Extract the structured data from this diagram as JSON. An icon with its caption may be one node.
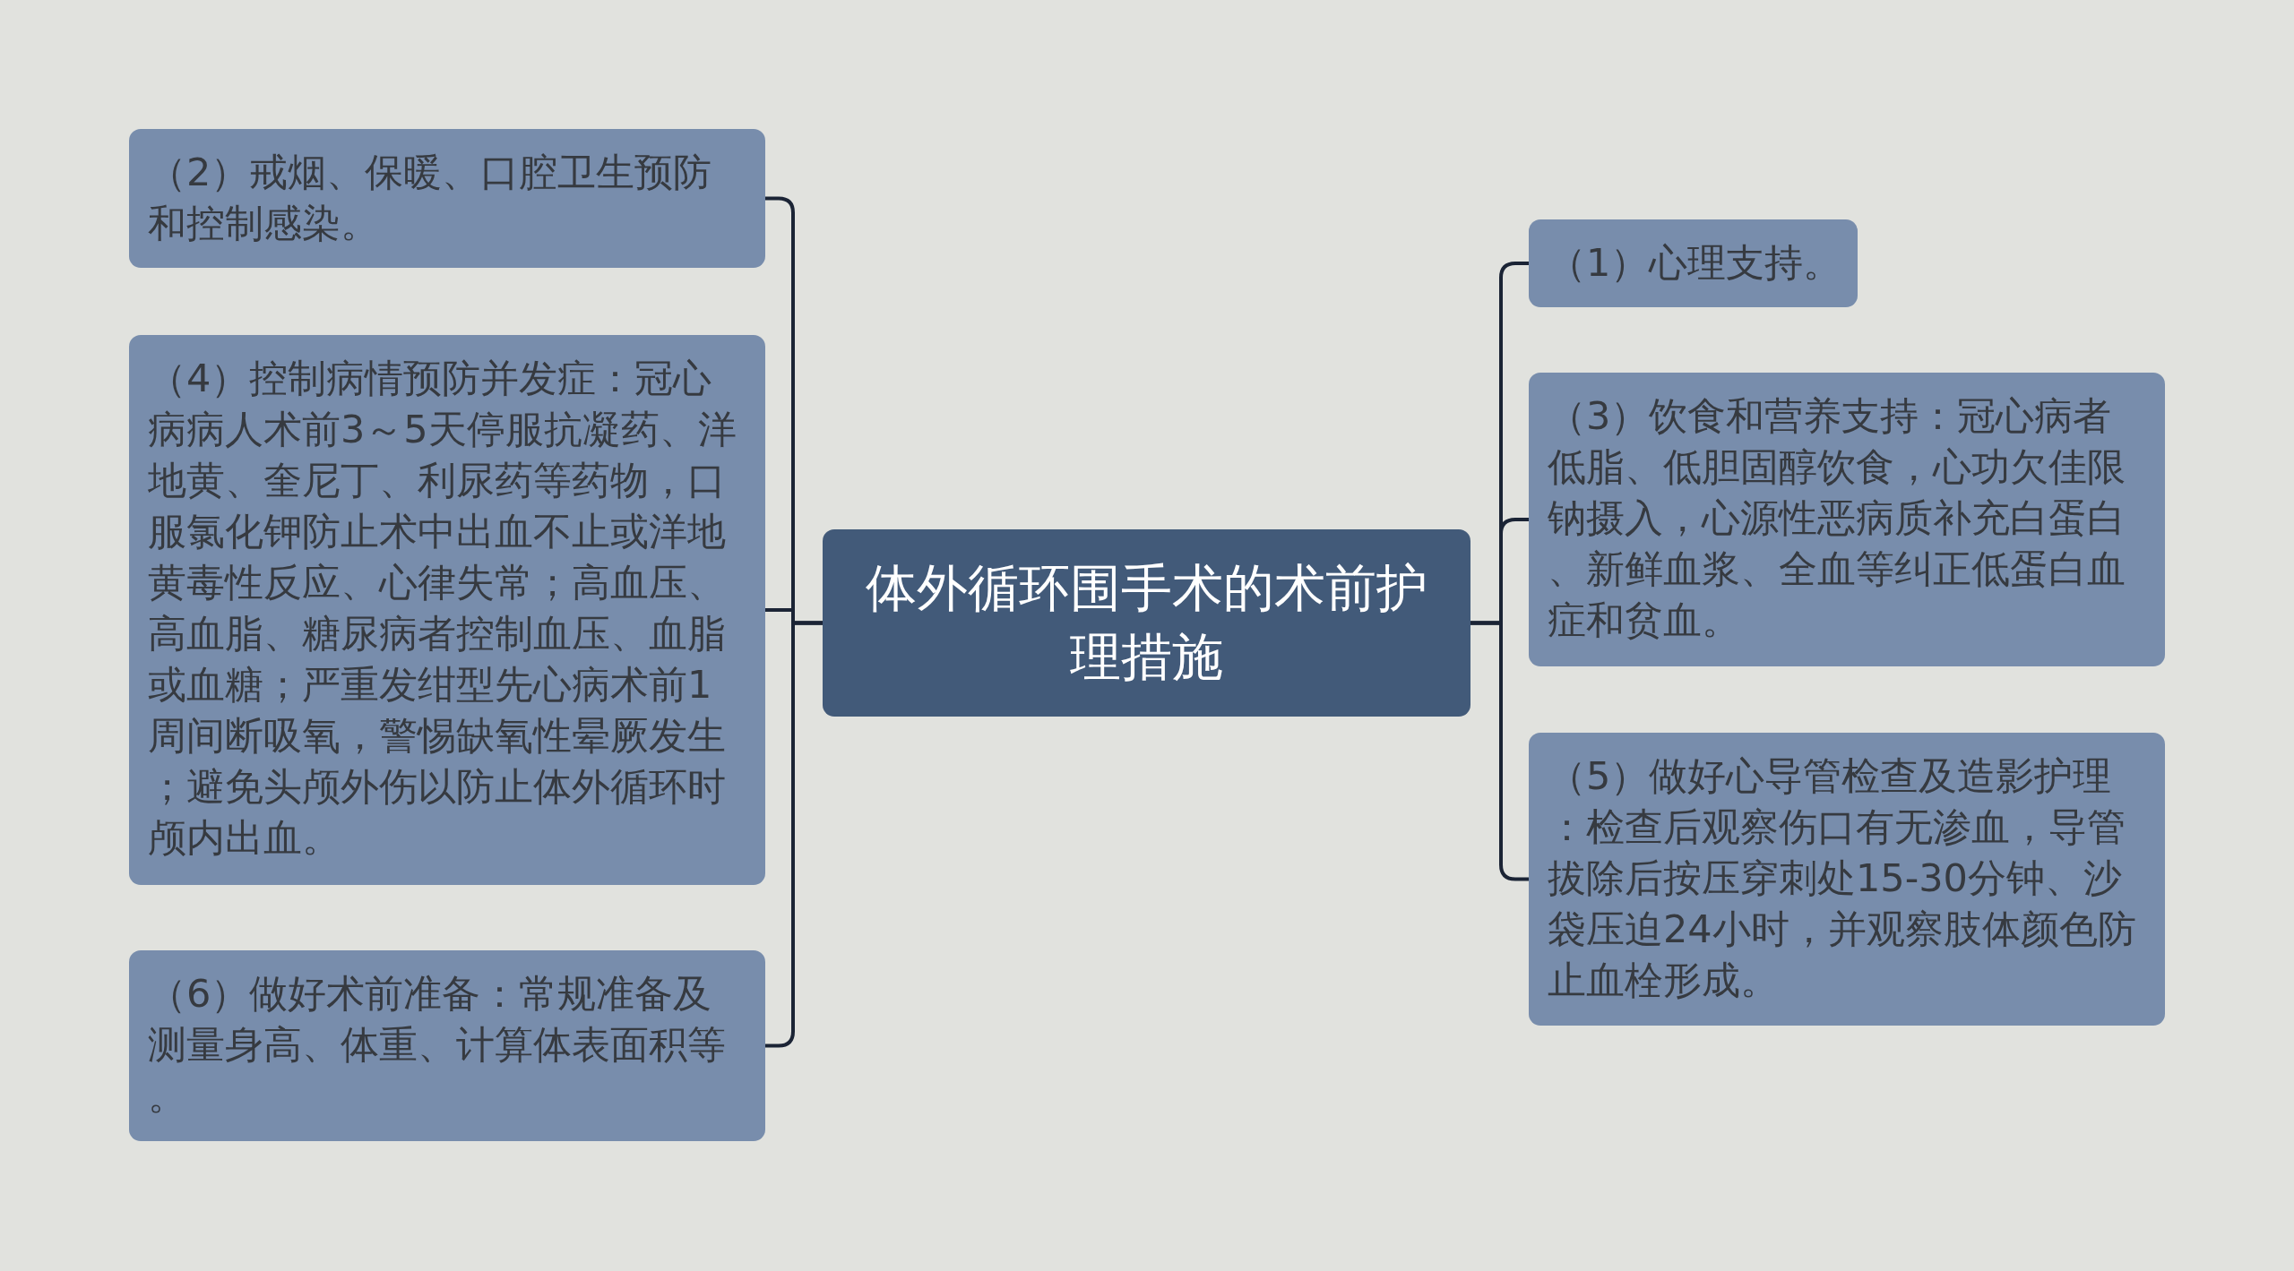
{
  "diagram": {
    "nodes": [
      {
        "text": [
          "体外循环围手术的术前护理措施"
        ]
      },
      {
        "text": [
          "（1）心理支持。"
        ]
      },
      {
        "text": [
          "（2）戒烟、保暖、口腔卫生预防和控制感染。"
        ]
      },
      {
        "text": [
          "（3）饮食和营养支持：冠心病者低脂、低胆固醇饮食，心功欠佳限钠摄入，心源性恶病质补充白蛋白、新鲜血浆、全血等纠正低蛋白血症和贫血。"
        ]
      },
      {
        "text": [
          "（4）控制病情预防并发症：冠心病病人术前3～5天停服抗凝药、洋地黄、奎尼丁、利尿药等药物，口服氯化钾防止术中出血不止或洋地黄毒性反应、心律失常；高血压、高血脂、糖尿病者控制血压、血脂或血糖；严重发绀型先心病术前1周间断吸氧，警惕缺氧性晕厥发生；避免头颅外伤以防止体外循环时颅内出血。"
        ]
      },
      {
        "text": [
          "（5）做好心导管检查及造影护理：检查后观察伤口有无渗血，导管拔除后按压穿刺处15-30分钟、沙袋压迫24小时，并观察肢体颜色防止血栓形成。"
        ]
      },
      {
        "text": [
          "（6）做好术前准备：常规准备及测量身高、体重、计算体表面积等。"
        ]
      }
    ],
    "edges": [
      {
        "from": 0,
        "to": 1,
        "arrow": "none"
      },
      {
        "from": 0,
        "to": 2,
        "arrow": "none"
      },
      {
        "from": 0,
        "to": 3,
        "arrow": "none"
      },
      {
        "from": 0,
        "to": 4,
        "arrow": "none"
      },
      {
        "from": 0,
        "to": 5,
        "arrow": "none"
      },
      {
        "from": 0,
        "to": 6,
        "arrow": "none"
      }
    ]
  }
}
